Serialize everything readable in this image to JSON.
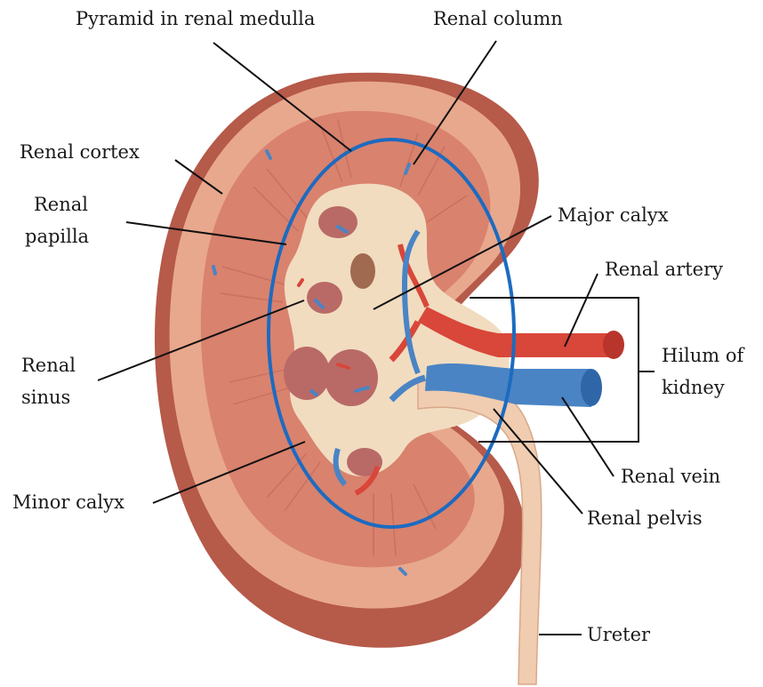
{
  "labels": {
    "pyramid": "Pyramid in renal medulla",
    "column": "Renal column",
    "cortex": "Renal cortex",
    "papilla_1": "Renal",
    "papilla_2": "papilla",
    "major_calyx": "Major calyx",
    "artery": "Renal artery",
    "hilum_1": "Hilum of",
    "hilum_2": "kidney",
    "sinus_1": "Renal",
    "sinus_2": "sinus",
    "vein": "Renal vein",
    "minor_calyx": "Minor calyx",
    "pelvis": "Renal pelvis",
    "ureter": "Ureter"
  },
  "colors": {
    "cortex": "#e8a88e",
    "capsule": "#b65a4a",
    "medulla": "#d9826e",
    "sinus_fat": "#f1dcc0",
    "artery": "#d9463a",
    "vein": "#4a84c4",
    "highlight_ellipse": "#1c6bc0"
  }
}
